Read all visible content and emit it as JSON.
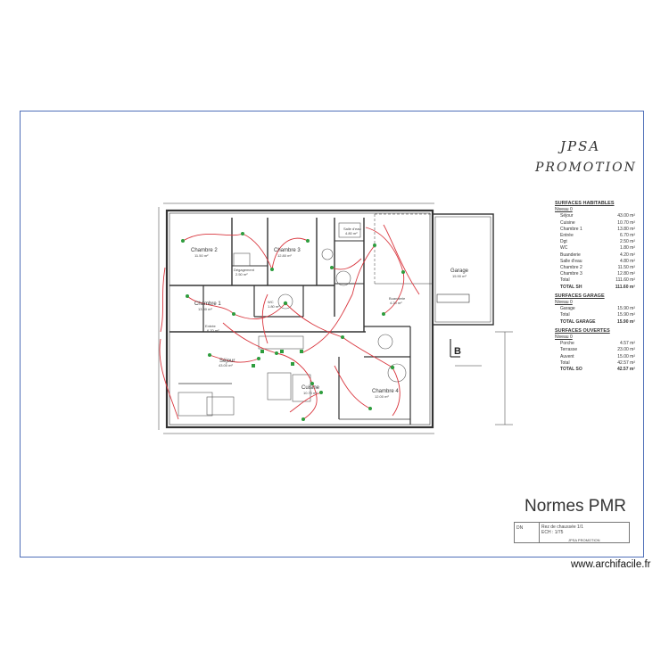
{
  "company": {
    "line1": "JPSA",
    "line2": "PROMOTION"
  },
  "rooms": {
    "chambre2": {
      "name": "Chambre 2",
      "area": "11.50 m²"
    },
    "chambre3": {
      "name": "Chambre 3",
      "area": "12.80 m²"
    },
    "degagement": {
      "name": "Dégagement",
      "area": "2.50 m²"
    },
    "sdb": {
      "name": "Salle d'eau",
      "area": "4.80 m²"
    },
    "chambre1": {
      "name": "Chambre 1",
      "area": "13.80 m²"
    },
    "wc": {
      "name": "WC",
      "area": "1.80 m²"
    },
    "buanderie": {
      "name": "Buanderie",
      "area": "4.20 m²"
    },
    "garage": {
      "name": "Garage",
      "area": "15.90 m²"
    },
    "sejour": {
      "name": "Séjour",
      "area": "43.00 m²"
    },
    "cuisine": {
      "name": "Cuisine",
      "area": "10.70 m²"
    },
    "chambre4": {
      "name": "Chambre 4",
      "area": "12.00 m²"
    },
    "entree": {
      "name": "Entrée",
      "area": "6.70 m²"
    }
  },
  "legend": {
    "surfaces_habitables": {
      "heading": "SURFACES HABITABLES",
      "level": "Niveau 0",
      "rows": [
        {
          "label": "Séjour",
          "value": "43.00 m²"
        },
        {
          "label": "Cuisine",
          "value": "10.70 m²"
        },
        {
          "label": "Chambre 1",
          "value": "13.80 m²"
        },
        {
          "label": "Entrée",
          "value": "6.70 m²"
        },
        {
          "label": "Dgt",
          "value": "2.50 m²"
        },
        {
          "label": "WC",
          "value": "1.80 m²"
        },
        {
          "label": "Buanderie",
          "value": "4.20 m²"
        },
        {
          "label": "Salle d'eau",
          "value": "4.80 m²"
        },
        {
          "label": "Chambre 2",
          "value": "11.50 m²"
        },
        {
          "label": "Chambre 3",
          "value": "12.80 m²"
        }
      ],
      "total_label": "Total",
      "total_value": "111.60 m²",
      "grand_label": "TOTAL SH",
      "grand_value": "111.60 m²"
    },
    "surfaces_garage": {
      "heading": "SURFACES GARAGE",
      "level": "Niveau 0",
      "rows": [
        {
          "label": "Garage",
          "value": "15.90 m²"
        }
      ],
      "total_label": "Total",
      "total_value": "15.90 m²",
      "grand_label": "TOTAL GARAGE",
      "grand_value": "15.90 m²"
    },
    "surfaces_ouvertes": {
      "heading": "SURFACES OUVERTES",
      "level": "Niveau 0",
      "rows": [
        {
          "label": "Porche",
          "value": "4.57 m²"
        },
        {
          "label": "Terrasse",
          "value": "23.00 m²"
        },
        {
          "label": "Auvent",
          "value": "15.00 m²"
        }
      ],
      "total_label": "Total",
      "total_value": "42.57 m²",
      "grand_label": "TOTAL SO",
      "grand_value": "42.57 m²"
    }
  },
  "section_marker": "B",
  "title_block": {
    "title": "Normes PMR",
    "code": "DN",
    "subtitle": "Rez de chaussée 1/1",
    "scale": "ECH : 1/75",
    "footer": "JPSA PROMOTION"
  },
  "watermark": "www.archifacile.fr",
  "colors": {
    "frame": "#4f6fb8",
    "wire": "#d9363e",
    "symbol": "#2e9d3e",
    "wall": "#333333"
  }
}
